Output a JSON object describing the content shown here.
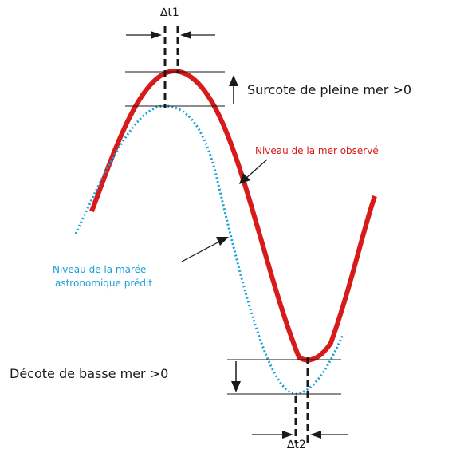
{
  "labels": {
    "delta_t1": "∆t1",
    "delta_t2": "∆t2",
    "surcote": "Surcote de pleine mer >0",
    "decote": "Décote de basse mer >0",
    "observed": "Niveau de la mer observé",
    "predicted_line1": "Niveau de la marée",
    "predicted_line2": "astronomique prédit"
  },
  "colors": {
    "observed": "#d71a1a",
    "predicted": "#1aa0d8",
    "lines": "#1a1a1a"
  }
}
